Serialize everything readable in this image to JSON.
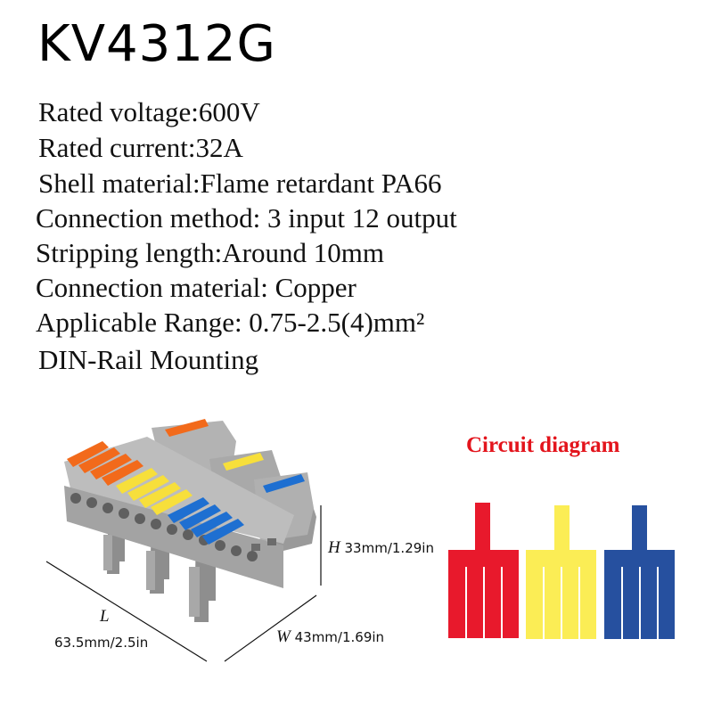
{
  "title": "KV4312G",
  "specs": [
    "Rated voltage:600V",
    "Rated current:32A",
    "Shell material:Flame retardant PA66",
    "Connection method: 3 input 12 output",
    "Stripping length:Around 10mm",
    "Connection material: Copper",
    "Applicable Range: 0.75-2.5(4)mm²",
    "DIN-Rail Mounting"
  ],
  "product_image": {
    "description": "connector-block-with-orange-yellow-blue-levers",
    "dimensions": {
      "height": {
        "var": "H",
        "value": "33mm/1.29in"
      },
      "width": {
        "var": "W",
        "value": "43mm/1.69in"
      },
      "length": {
        "var": "L",
        "value": "63.5mm/2.5in"
      }
    }
  },
  "circuit_diagram": {
    "title": "Circuit diagram",
    "blocks": [
      {
        "color": "#e8192c",
        "inputs": 1,
        "outputs": 4
      },
      {
        "color": "#fbed55",
        "inputs": 1,
        "outputs": 4
      },
      {
        "color": "#26509f",
        "inputs": 1,
        "outputs": 4
      }
    ]
  }
}
